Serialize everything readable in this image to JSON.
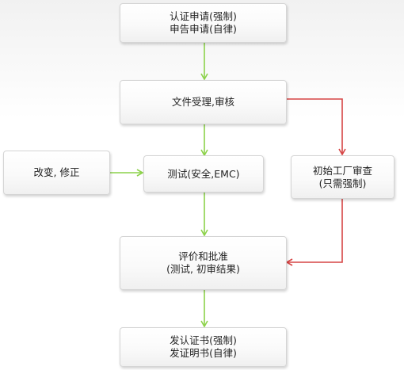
{
  "colors": {
    "green_arrow": "#8cd24a",
    "red_arrow": "#d64545"
  },
  "nodes": {
    "apply": {
      "line1": "认证申请(强制)",
      "line2": "申告申请(自律)"
    },
    "accept": {
      "line1": "文件受理,审核"
    },
    "test": {
      "line1": "测试(安全,EMC)"
    },
    "modify": {
      "line1": "改变,  修正"
    },
    "inspect": {
      "line1": "初始工厂审查",
      "line2": "(只需强制)"
    },
    "approve": {
      "line1": "评价和批准",
      "line2": "(测试,  初审结果)"
    },
    "cert": {
      "line1": "发认证书(强制)",
      "line2": "发证明书(自律)"
    }
  }
}
